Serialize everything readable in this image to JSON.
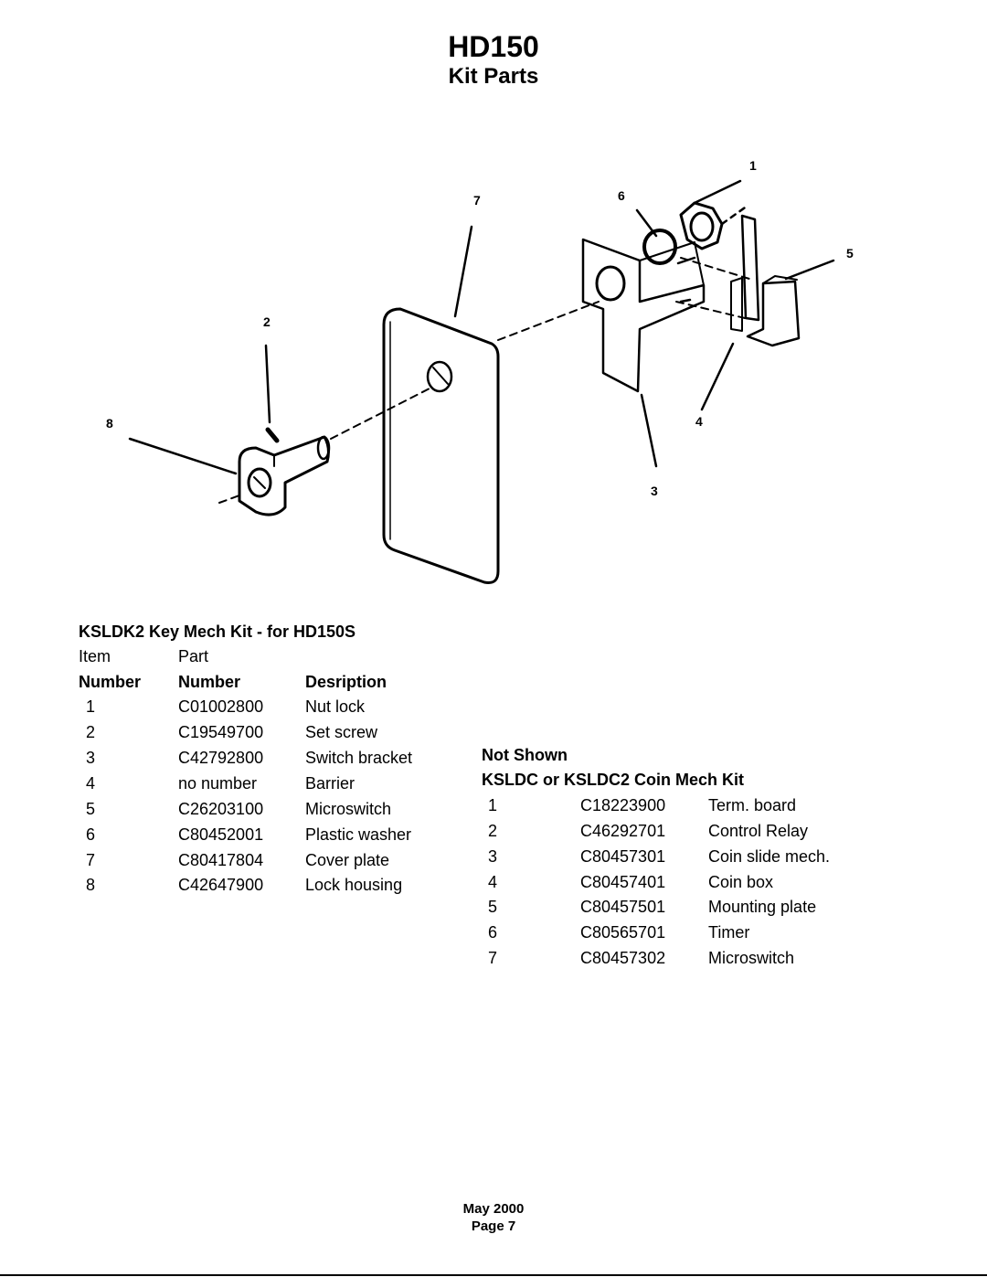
{
  "header": {
    "title": "HD150",
    "subtitle": "Kit Parts"
  },
  "diagram": {
    "callouts": [
      "1",
      "2",
      "3",
      "4",
      "5",
      "6",
      "7",
      "8"
    ]
  },
  "key_kit": {
    "title": "KSLDK2 Key Mech Kit - for HD150S",
    "header_line1": {
      "item": "Item",
      "part": "Part"
    },
    "header_line2": {
      "item": "Number",
      "part": "Number",
      "desc": "Desription"
    },
    "rows": [
      {
        "item": "1",
        "part": "C01002800",
        "desc": "Nut lock"
      },
      {
        "item": "2",
        "part": "C19549700",
        "desc": "Set screw"
      },
      {
        "item": "3",
        "part": "C42792800",
        "desc": "Switch bracket"
      },
      {
        "item": "4",
        "part": "no number",
        "desc": "Barrier"
      },
      {
        "item": "5",
        "part": "C26203100",
        "desc": "Microswitch"
      },
      {
        "item": "6",
        "part": "C80452001",
        "desc": "Plastic washer"
      },
      {
        "item": "7",
        "part": "C80417804",
        "desc": "Cover plate"
      },
      {
        "item": "8",
        "part": "C42647900",
        "desc": "Lock housing"
      }
    ]
  },
  "coin_kit": {
    "not_shown": "Not Shown",
    "title": "KSLDC or KSLDC2 Coin Mech Kit",
    "rows": [
      {
        "item": "1",
        "part": "C18223900",
        "desc": "Term. board"
      },
      {
        "item": "2",
        "part": "C46292701",
        "desc": "Control Relay"
      },
      {
        "item": "3",
        "part": "C80457301",
        "desc": "Coin slide mech."
      },
      {
        "item": "4",
        "part": "C80457401",
        "desc": "Coin box"
      },
      {
        "item": "5",
        "part": "C80457501",
        "desc": "Mounting plate"
      },
      {
        "item": "6",
        "part": "C80565701",
        "desc": "Timer"
      },
      {
        "item": "7",
        "part": "C80457302",
        "desc": "Microswitch"
      }
    ]
  },
  "footer": {
    "date": "May 2000",
    "page": "Page 7"
  }
}
